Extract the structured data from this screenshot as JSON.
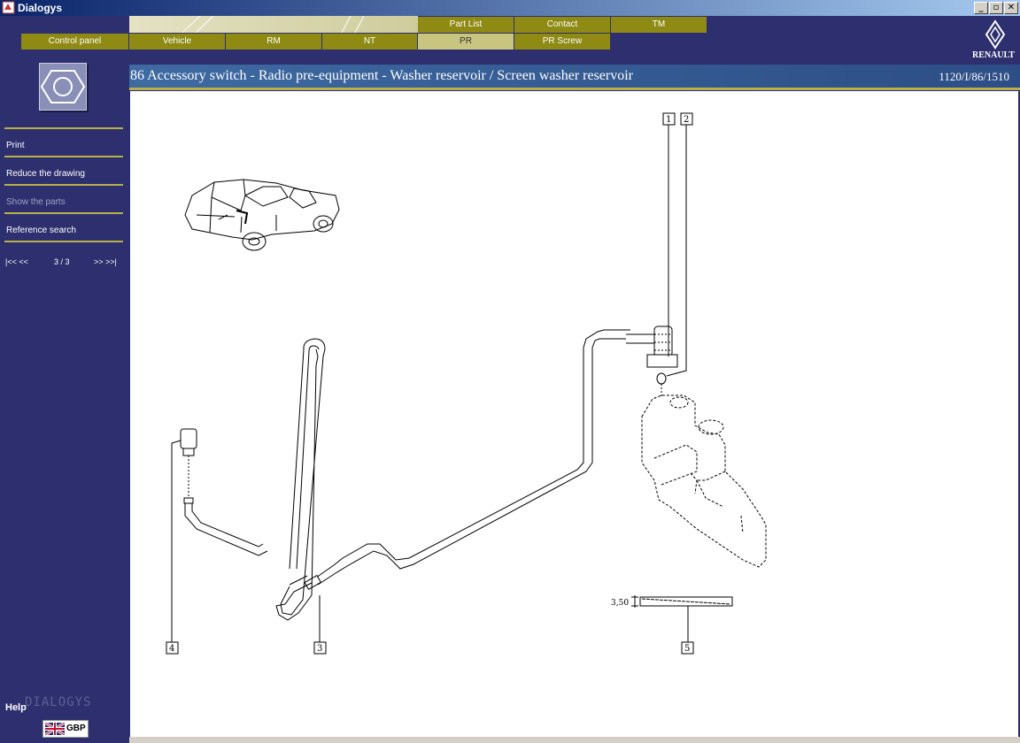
{
  "window": {
    "title": "Dialogys",
    "controls": {
      "minimize": "_",
      "restore": "▫",
      "close": "✕"
    }
  },
  "nav": {
    "top_tabs": [
      "Part List",
      "Contact",
      "TM"
    ],
    "bottom_tabs": [
      "Control panel",
      "Vehicle",
      "RM",
      "NT",
      "PR",
      "PR Screw"
    ],
    "active_tab": "PR"
  },
  "brand": {
    "name": "RENAULT"
  },
  "header": {
    "title": "86 Accessory switch - Radio pre-equipment - Washer reservoir / Screen washer reservoir",
    "code": "1120/I/86/1510"
  },
  "sidebar": {
    "menu": [
      {
        "label": "Print",
        "enabled": true
      },
      {
        "label": "Reduce the drawing",
        "enabled": true
      },
      {
        "label": "Show the parts",
        "enabled": false
      },
      {
        "label": "Reference search",
        "enabled": true
      }
    ],
    "pager": {
      "first_prev": "|<< <<",
      "page": "3 / 3",
      "next_last": ">> >>|"
    },
    "help_label": "Help",
    "product_name": "DIALOGYS",
    "currency": "GBP"
  },
  "drawing": {
    "callouts": [
      "1",
      "2",
      "3",
      "4",
      "5"
    ],
    "dimension_label": "3,50"
  },
  "colors": {
    "sidebar_bg": "#2e2f6e",
    "tab_bg": "#8e8a13",
    "tab_active_bg": "#c8c580",
    "accent_line": "#b8b04a",
    "header_bg": "#3e6aa2"
  }
}
